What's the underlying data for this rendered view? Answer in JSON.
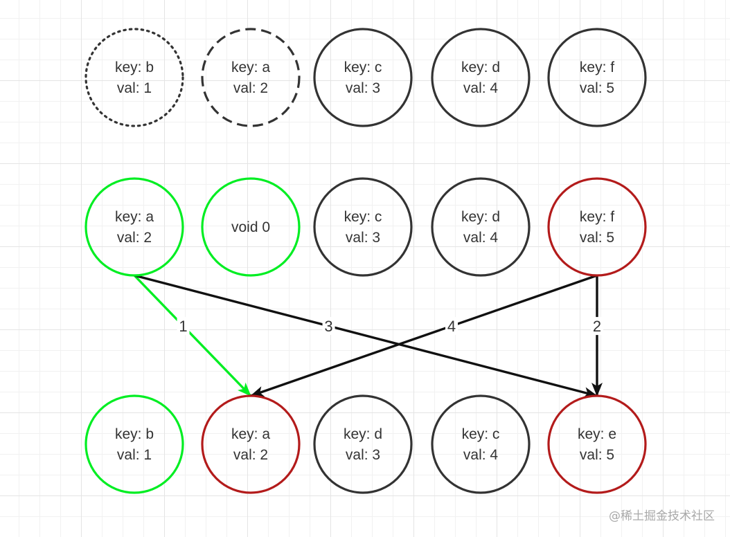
{
  "colors": {
    "default": "#333333",
    "new": "#00ee22",
    "moved": "#b31b1b",
    "arrow_black": "#111111",
    "arrow_green": "#00ee22"
  },
  "rows": [
    {
      "name": "row-1",
      "nodes": [
        {
          "lines": [
            "key: b",
            "val: 1"
          ],
          "style": "dotted",
          "color": "default"
        },
        {
          "lines": [
            "key: a",
            "val: 2"
          ],
          "style": "dashed",
          "color": "default"
        },
        {
          "lines": [
            "key: c",
            "val: 3"
          ],
          "style": "solid",
          "color": "default"
        },
        {
          "lines": [
            "key: d",
            "val: 4"
          ],
          "style": "solid",
          "color": "default"
        },
        {
          "lines": [
            "key: f",
            "val: 5"
          ],
          "style": "solid",
          "color": "default"
        }
      ]
    },
    {
      "name": "row-2",
      "nodes": [
        {
          "lines": [
            "key: a",
            "val: 2"
          ],
          "style": "solid",
          "color": "new"
        },
        {
          "lines": [
            "void 0"
          ],
          "style": "solid",
          "color": "new"
        },
        {
          "lines": [
            "key: c",
            "val: 3"
          ],
          "style": "solid",
          "color": "default"
        },
        {
          "lines": [
            "key: d",
            "val: 4"
          ],
          "style": "solid",
          "color": "default"
        },
        {
          "lines": [
            "key: f",
            "val: 5"
          ],
          "style": "solid",
          "color": "moved"
        }
      ]
    },
    {
      "name": "row-3",
      "nodes": [
        {
          "lines": [
            "key: b",
            "val: 1"
          ],
          "style": "solid",
          "color": "new"
        },
        {
          "lines": [
            "key: a",
            "val: 2"
          ],
          "style": "solid",
          "color": "moved"
        },
        {
          "lines": [
            "key: d",
            "val: 3"
          ],
          "style": "solid",
          "color": "default"
        },
        {
          "lines": [
            "key: c",
            "val: 4"
          ],
          "style": "solid",
          "color": "default"
        },
        {
          "lines": [
            "key: e",
            "val: 5"
          ],
          "style": "solid",
          "color": "moved"
        }
      ]
    }
  ],
  "edges": [
    {
      "label": "1",
      "from": [
        1,
        0
      ],
      "to": [
        2,
        1
      ],
      "color": "arrow_green"
    },
    {
      "label": "2",
      "from": [
        1,
        4
      ],
      "to": [
        2,
        4
      ],
      "color": "arrow_black"
    },
    {
      "label": "3",
      "from": [
        1,
        0
      ],
      "to": [
        2,
        4
      ],
      "color": "arrow_black"
    },
    {
      "label": "4",
      "from": [
        1,
        4
      ],
      "to": [
        2,
        1
      ],
      "color": "arrow_black"
    }
  ],
  "watermark": "@稀土掘金技术社区"
}
